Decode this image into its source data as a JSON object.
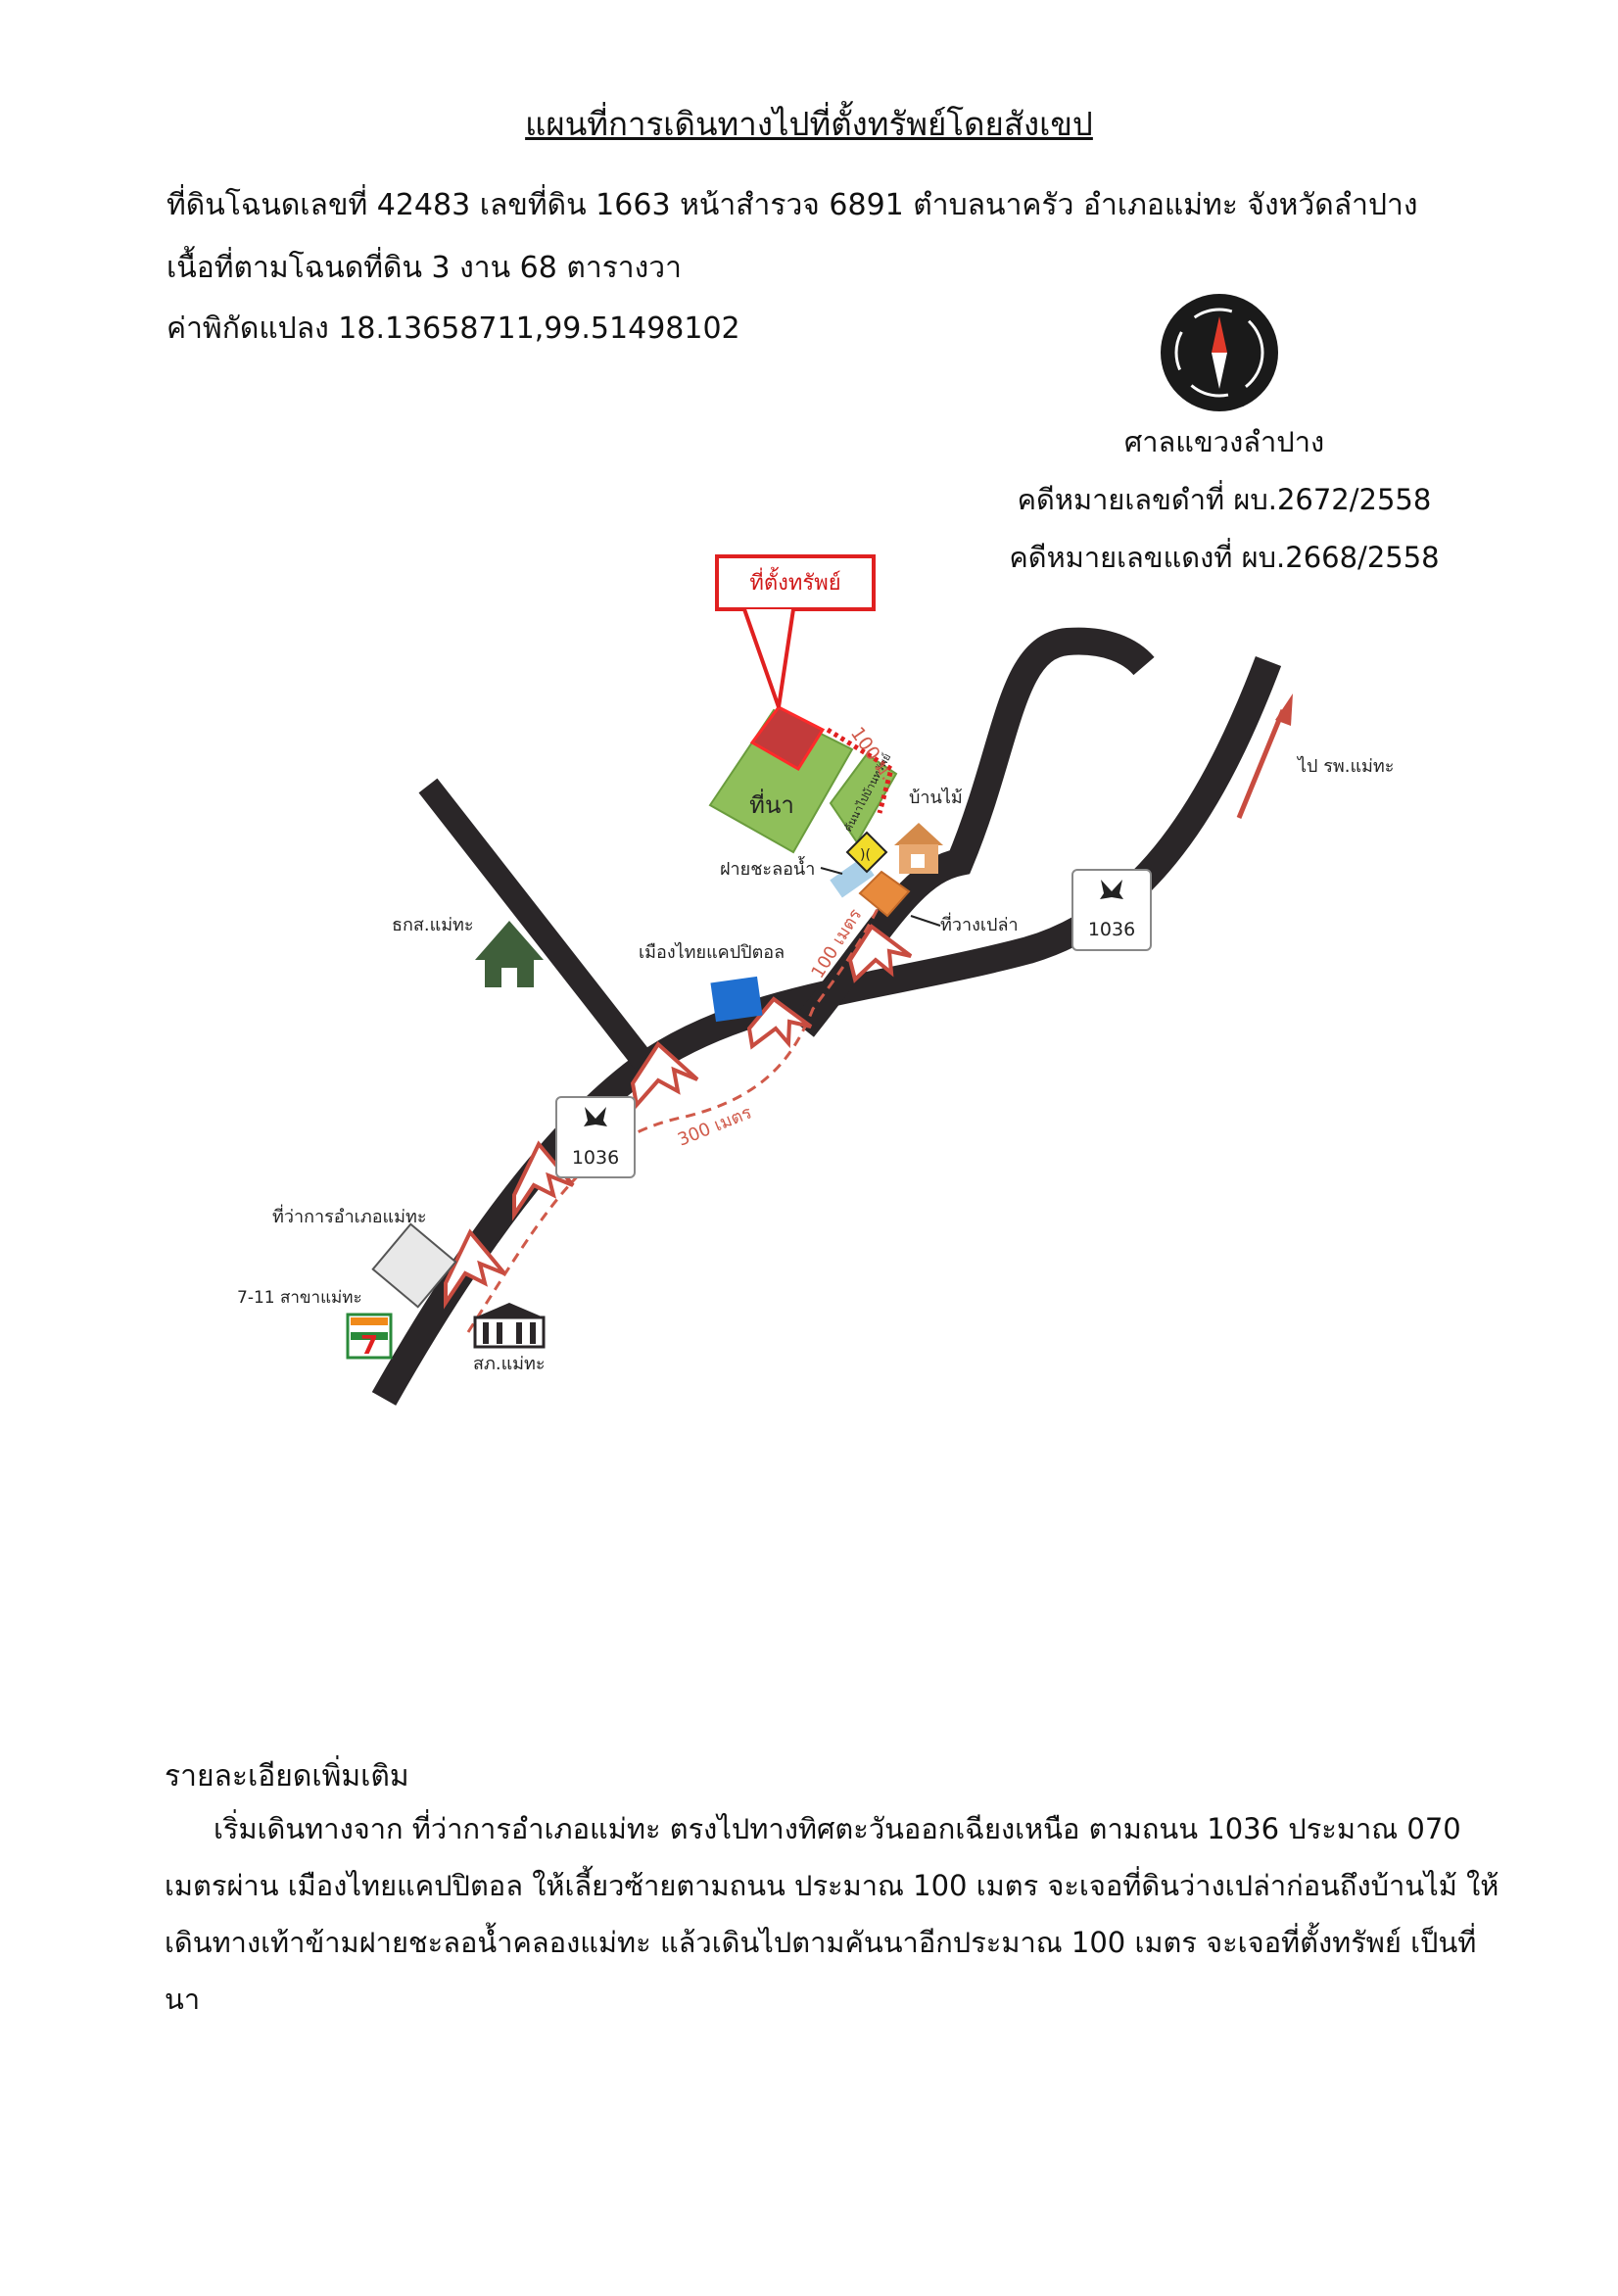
{
  "header": {
    "title": "แผนที่การเดินทางไปที่ตั้งทรัพย์โดยสังเขป",
    "line1": "ที่ดินโฉนดเลขที่ 42483  เลขที่ดิน 1663 หน้าสำรวจ 6891 ตำบลนาครัว อำเภอแม่ทะ จังหวัดลำปาง",
    "line2": "เนื้อที่ตามโฉนดที่ดิน 3 งาน 68 ตารางวา",
    "line3": "ค่าพิกัดแปลง 18.13658711,99.51498102"
  },
  "court": {
    "name": "ศาลแขวงลำปาง",
    "black_case": "คดีหมายเลขดำที่ ผบ.2672/2558",
    "red_case": "คดีหมายเลขแดงที่ ผบ.2668/2558"
  },
  "map": {
    "property_callout": "ที่ตั้งทรัพย์",
    "field": "ที่นา",
    "dirt_path": "คันนาไปบ้านทรัพย์",
    "dist_100m_short": "100 ม.",
    "wooden_house": "บ้านไม้",
    "weir": "ฝายชะลอน้ำ",
    "vacant_land": "ที่วางเปล่า",
    "dist_100_meter": "100 เมตร",
    "dist_300_meter": "300 เมตร",
    "to_hospital": "ไป รพ.แม่ทะ",
    "baac": "ธกส.แม่ทะ",
    "muang_thai": "เมืองไทยแคปปิตอล",
    "road_number": "1036",
    "district_office": "ที่ว่าการอำเภอแม่ทะ",
    "seven_eleven": "7-11 สาขาแม่ทะ",
    "police_station": "สภ.แม่ทะ",
    "colors": {
      "road": "#2a2628",
      "route": "#d05a4a",
      "callout": "#e02020",
      "field": "#8fbf5a",
      "property": "#c33a3a",
      "muang_thai": "#1f6fd0",
      "vacant": "#e88a3c",
      "house_green": "#3f5f3a"
    }
  },
  "details": {
    "heading": "รายละเอียดเพิ่มเติม",
    "paragraph": "เริ่มเดินทางจาก ที่ว่าการอำเภอแม่ทะ ตรงไปทางทิศตะวันออกเฉียงเหนือ ตามถนน 1036 ประมาณ 070 เมตรผ่าน เมืองไทยแคปปิตอล ให้เลี้ยวซ้ายตามถนน ประมาณ 100 เมตร จะเจอที่ดินว่างเปล่าก่อนถึงบ้านไม้ ให้เดินทางเท้าข้ามฝายชะลอน้ำคลองแม่ทะ แล้วเดินไปตามคันนาอีกประมาณ 100 เมตร จะเจอที่ตั้งทรัพย์ เป็นที่นา"
  }
}
